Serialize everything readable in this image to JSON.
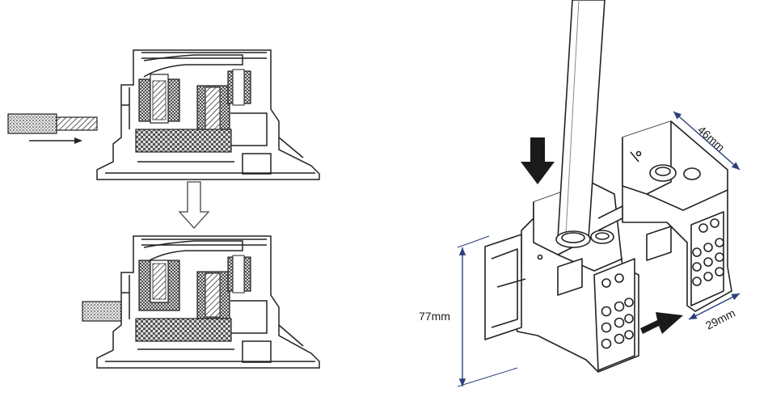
{
  "dimensions": {
    "height": "77mm",
    "width": "46mm",
    "depth": "29mm"
  },
  "colors": {
    "line": "#222222",
    "dimension_line": "#2a3f7a",
    "arrow_fill": "#1a1a1a",
    "hatch": "#333333",
    "background": "#ffffff"
  },
  "icons": {
    "insert_arrow": "arrow-right",
    "process_arrow": "hollow-arrow-down",
    "push_arrow_top": "solid-arrow-down",
    "push_arrow_side": "solid-arrow-up-right"
  }
}
